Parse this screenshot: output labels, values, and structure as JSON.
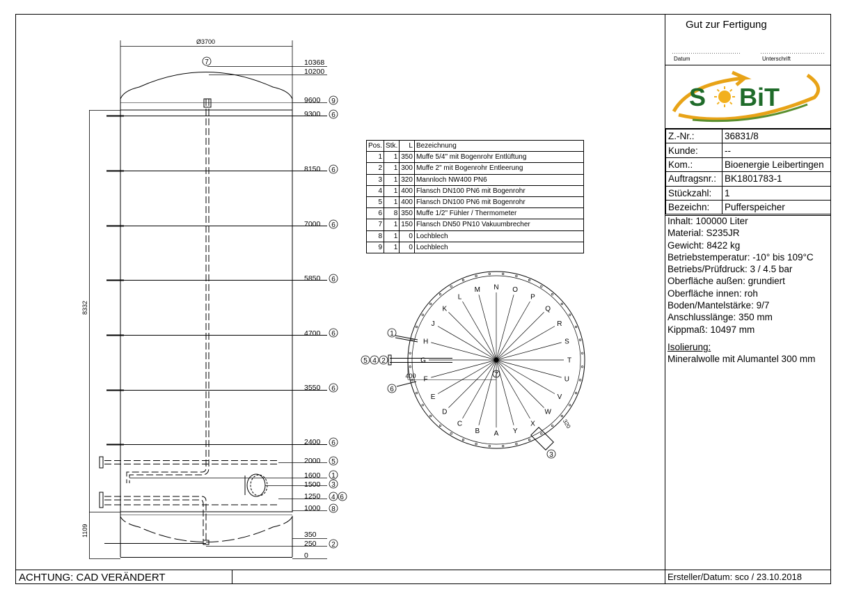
{
  "title_block": {
    "approval": "Gut zur Fertigung",
    "date_label": "Datum",
    "signature_label": "Unterschrift",
    "logo_text": "S BiT",
    "fields": [
      {
        "label": "Z.-Nr.:",
        "value": "36831/8"
      },
      {
        "label": "Kunde:",
        "value": "--"
      },
      {
        "label": "Kom.:",
        "value": "Bioenergie Leibertingen"
      },
      {
        "label": "Auftragsnr.:",
        "value": "BK1801783-1"
      },
      {
        "label": "Stückzahl:",
        "value": "1"
      },
      {
        "label": "Bezeichn:",
        "value": "Pufferspeicher"
      }
    ],
    "properties": [
      "Inhalt: 100000 Liter",
      "Material: S235JR",
      "Gewicht: 8422 kg",
      "Betriebstemperatur: -10° bis 109°C",
      "Betriebs/Prüfdruck: 3 / 4.5 bar",
      "Oberfläche außen: grundiert",
      "Oberfläche innen: roh",
      "Boden/Mantelstärke: 9/7",
      "Anschlusslänge: 350 mm",
      "Kippmaß: 10497 mm"
    ],
    "insulation_heading": "Isolierung:",
    "insulation_value": "Mineralwolle mit Alumantel 300 mm",
    "creator": "Ersteller/Datum: sco / 23.10.2018"
  },
  "footer": {
    "warning": "ACHTUNG: CAD VERÄNDERT"
  },
  "parts_table": {
    "headers": [
      "Pos.",
      "Stk.",
      "L",
      "Bezeichnung"
    ],
    "rows": [
      [
        "1",
        "1",
        "350",
        "Muffe 5/4\" mit Bogenrohr Entlüftung"
      ],
      [
        "2",
        "1",
        "300",
        "Muffe 2\" mit Bogenrohr Entleerung"
      ],
      [
        "3",
        "1",
        "320",
        "Mannloch NW400 PN6"
      ],
      [
        "4",
        "1",
        "400",
        "Flansch DN100 PN6 mit Bogenrohr"
      ],
      [
        "5",
        "1",
        "400",
        "Flansch DN100 PN6 mit Bogenrohr"
      ],
      [
        "6",
        "8",
        "350",
        "Muffe 1/2\" Fühler / Thermometer"
      ],
      [
        "7",
        "1",
        "150",
        "Flansch DN50 PN10 Vakuumbrecher"
      ],
      [
        "8",
        "1",
        "0",
        "Lochblech"
      ],
      [
        "9",
        "1",
        "0",
        "Lochblech"
      ]
    ]
  },
  "elevation": {
    "diameter_label": "Ø3700",
    "total_height_label": "8332",
    "bottom_height_label": "1109",
    "levels": [
      {
        "text": "10368",
        "tag": "7"
      },
      {
        "text": "10200",
        "tag": ""
      },
      {
        "text": "9600",
        "tag": "9"
      },
      {
        "text": "9300",
        "tag": "6"
      },
      {
        "text": "8150",
        "tag": "6"
      },
      {
        "text": "7000",
        "tag": "6"
      },
      {
        "text": "5850",
        "tag": "6"
      },
      {
        "text": "4700",
        "tag": "6"
      },
      {
        "text": "3550",
        "tag": "6"
      },
      {
        "text": "2400",
        "tag": "6"
      },
      {
        "text": "2000",
        "tag": "5"
      },
      {
        "text": "1600",
        "tag": "1"
      },
      {
        "text": "1500",
        "tag": "3"
      },
      {
        "text": "1250",
        "tag": "4 6"
      },
      {
        "text": "1000",
        "tag": "8"
      },
      {
        "text": "350",
        "tag": ""
      },
      {
        "text": "250",
        "tag": "2"
      },
      {
        "text": "0",
        "tag": ""
      }
    ]
  },
  "plan_view": {
    "letters": [
      "N",
      "O",
      "P",
      "Q",
      "R",
      "S",
      "T",
      "U",
      "V",
      "W",
      "X",
      "Y",
      "A",
      "B",
      "C",
      "D",
      "E",
      "F",
      "G",
      "H",
      "J",
      "K",
      "L",
      "M"
    ],
    "center_tag": "7",
    "left_tags": [
      "5",
      "4",
      "2"
    ],
    "tag_1": "1",
    "tag_6": "6",
    "tag_3": "3",
    "dim_400": "400",
    "dim_320": "320"
  }
}
